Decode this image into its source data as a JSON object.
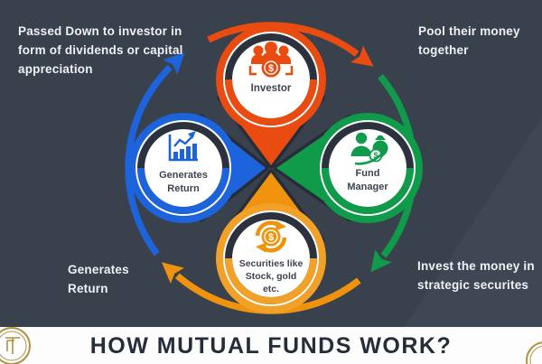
{
  "header": {
    "title": "HOW MUTUAL FUNDS WORK?"
  },
  "annotations": {
    "top_left": "Passed Down to investor in form of dividends or capital appreciation",
    "top_right": "Pool their money together",
    "bottom_left": "Generates Return",
    "bottom_right": "Invest the money in strategic securites"
  },
  "nodes": {
    "investor": {
      "label": "Investor",
      "color": "#e94b10",
      "icon": "people-dollar-icon"
    },
    "fund_manager": {
      "label_line1": "Fund",
      "label_line2": "Manager",
      "color": "#0f9b4a",
      "icon": "manager-money-icon"
    },
    "securities": {
      "label_line1": "Securities like",
      "label_line2": "Stock, gold",
      "label_line3": "etc.",
      "color": "#ef930d",
      "icon": "dollar-exchange-icon"
    },
    "generates_return": {
      "label_line1": "Generates",
      "label_line2": "Return",
      "color": "#1d64dc",
      "icon": "growth-chart-icon"
    }
  },
  "icons": {
    "currency_symbol": "$"
  },
  "flow": {
    "cycle": [
      "Investor",
      "Fund Manager",
      "Securities like Stock, gold etc.",
      "Generates Return"
    ],
    "arc_colors": {
      "top": "#e94b10",
      "right": "#0f9b4a",
      "bottom": "#ef930d",
      "left": "#1d64dc"
    }
  },
  "theme": {
    "background": "#39414d",
    "background_light": "#47505e",
    "ring_dark": "#2b313d",
    "footer_bg": "#fdfdfe",
    "title_color": "#262d3a",
    "text_light": "#eef1f5",
    "emblem_gold": "#b09140"
  }
}
